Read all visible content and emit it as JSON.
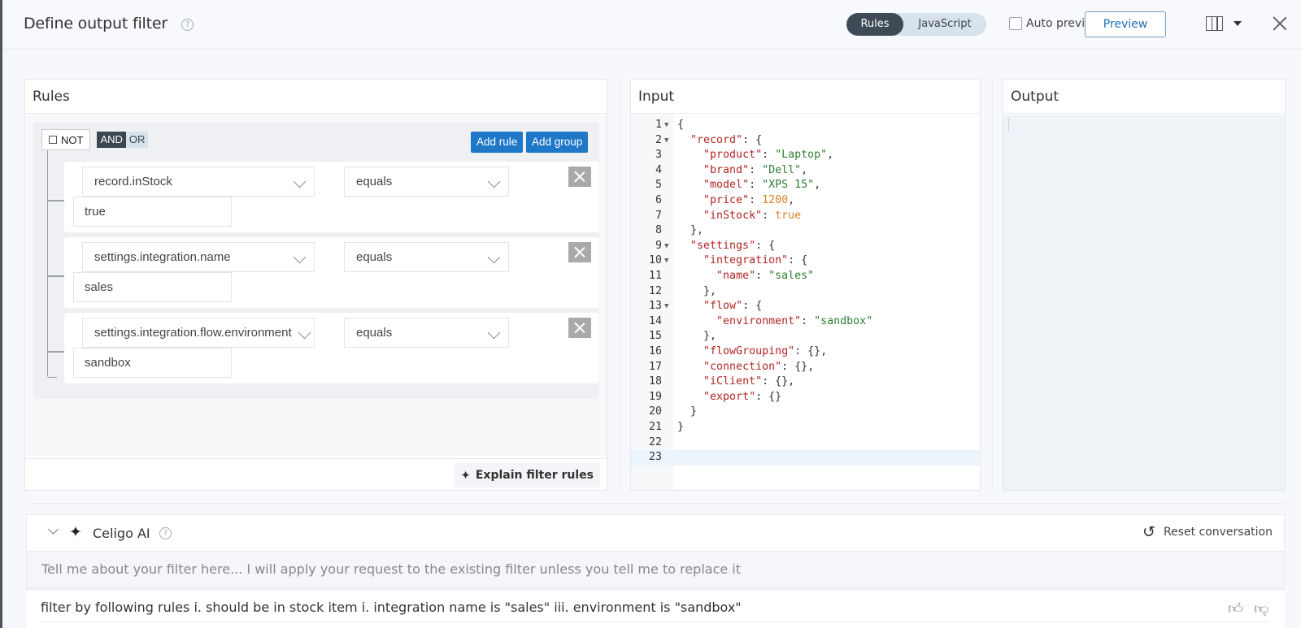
{
  "header": {
    "title": "Define output filter",
    "help_icon": "?",
    "mode_toggle": {
      "options": [
        "Rules",
        "JavaScript"
      ],
      "selected": "Rules"
    },
    "auto_preview_label": "Auto preview",
    "auto_preview_checked": false,
    "preview_label": "Preview",
    "layout_icon": "three-column-layout-icon",
    "close_icon": "close-icon"
  },
  "rules_panel": {
    "title": "Rules",
    "group": {
      "not_label": "NOT",
      "and_label": "AND",
      "or_label": "OR",
      "add_rule_label": "Add rule",
      "add_group_label": "Add group",
      "rules": [
        {
          "field": "record.inStock",
          "operator": "equals",
          "value": "true"
        },
        {
          "field": "settings.integration.name",
          "operator": "equals",
          "value": "sales"
        },
        {
          "field": "settings.integration.flow.environment",
          "operator": "equals",
          "value": "sandbox"
        }
      ]
    },
    "explain_label": "Explain filter rules"
  },
  "input_panel": {
    "title": "Input",
    "lines": [
      {
        "n": "1",
        "fold": true
      },
      {
        "n": "2",
        "fold": true
      },
      {
        "n": "3"
      },
      {
        "n": "4"
      },
      {
        "n": "5"
      },
      {
        "n": "6"
      },
      {
        "n": "7"
      },
      {
        "n": "8"
      },
      {
        "n": "9",
        "fold": true
      },
      {
        "n": "10",
        "fold": true
      },
      {
        "n": "11"
      },
      {
        "n": "12"
      },
      {
        "n": "13",
        "fold": true
      },
      {
        "n": "14"
      },
      {
        "n": "15"
      },
      {
        "n": "16"
      },
      {
        "n": "17"
      },
      {
        "n": "18"
      },
      {
        "n": "19"
      },
      {
        "n": "20"
      },
      {
        "n": "21"
      },
      {
        "n": "22"
      },
      {
        "n": "23"
      }
    ],
    "record": {
      "product": "Laptop",
      "brand": "Dell",
      "model": "XPS 15",
      "price": "1200",
      "inStock": "true"
    },
    "settings": {
      "integration_name": "sales",
      "flow_environment": "sandbox",
      "empty_keys": [
        "flowGrouping",
        "connection",
        "iClient",
        "export"
      ]
    }
  },
  "output_panel": {
    "title": "Output"
  },
  "ai_panel": {
    "title": "Celigo AI",
    "reset_label": "Reset conversation",
    "input_placeholder": "Tell me about your filter here... I will apply your request to the existing filter unless you tell me to replace it",
    "message": "filter by following rules i. should be in stock item i. integration name is \"sales\" iii. environment is \"sandbox\""
  }
}
